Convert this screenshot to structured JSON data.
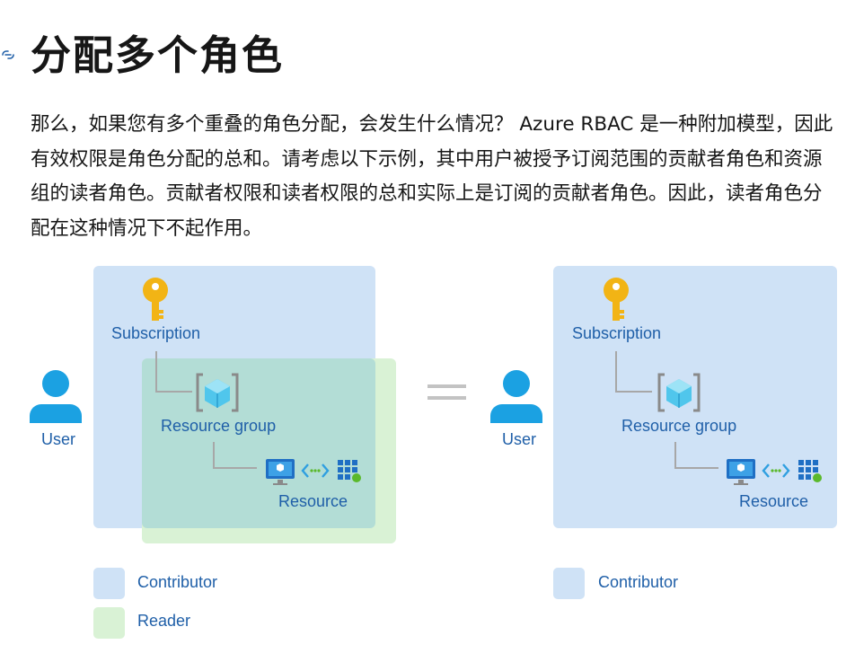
{
  "heading": {
    "title": "分配多个角色",
    "anchor_icon": "link-icon"
  },
  "paragraph": {
    "text": "那么，如果您有多个重叠的角色分配，会发生什么情况？ Azure RBAC 是一种附加模型，因此有效权限是角色分配的总和。请考虑以下示例，其中用户被授予订阅范围的贡献者角色和资源组的读者角色。贡献者权限和读者权限的总和实际上是订阅的贡献者角色。因此，读者角色分配在这种情况下不起作用。"
  },
  "diagram": {
    "left": {
      "user_label": "User",
      "subscription_label": "Subscription",
      "resource_group_label": "Resource group",
      "resource_label": "Resource"
    },
    "equals_sign": "=",
    "right": {
      "user_label": "User",
      "subscription_label": "Subscription",
      "resource_group_label": "Resource group",
      "resource_label": "Resource"
    },
    "legend_left": [
      {
        "label": "Contributor",
        "color": "#cfe2f6"
      },
      {
        "label": "Reader",
        "color": "#d9f2d5"
      }
    ],
    "legend_right": [
      {
        "label": "Contributor",
        "color": "#cfe2f6"
      }
    ],
    "colors": {
      "contributor": "#cfe2f6",
      "reader": "#d9f2d5",
      "overlap": "#b3ddd6",
      "label": "#1f5fa8",
      "user": "#1ba1e2",
      "key": "#f2b415",
      "connector": "#a7a7a7"
    },
    "icons": [
      "user-icon",
      "key-icon",
      "resource-group-icon",
      "monitor-icon",
      "code-arrows-icon",
      "grid-app-icon"
    ]
  }
}
